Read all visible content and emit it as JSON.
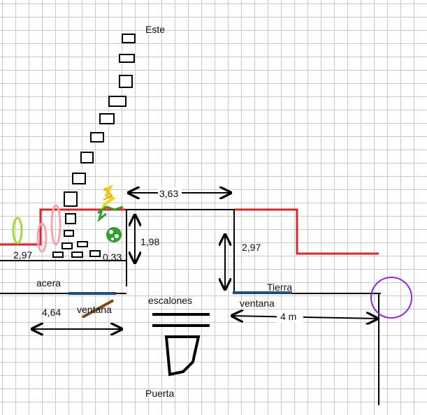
{
  "labels": {
    "este": "Este",
    "dim_363": "3,63",
    "dim_198": "1,98",
    "dim_297_left": "2,97",
    "dim_297_right": "2,97",
    "dim_033": "0,33",
    "acera": "acera",
    "ventana_left": "ventana",
    "ventana_right": "ventana",
    "escalones": "escalones",
    "tierra": "Tierra",
    "dim_464": "4,64",
    "dim_4m": "4 m",
    "puerta": "Puerta"
  },
  "colors": {
    "wall_red": "#d42a2a",
    "line_black": "#000000",
    "window_blue": "#1f4e79",
    "grid": "#c9c9c9",
    "plant_green": "#2e9e2e",
    "plant_yellow": "#f2d21b",
    "loop_lime": "#a5d83a",
    "loop_pink": "#f2a6b0",
    "circle_purple": "#8a2be2",
    "stick_brown": "#7a4a1e"
  }
}
